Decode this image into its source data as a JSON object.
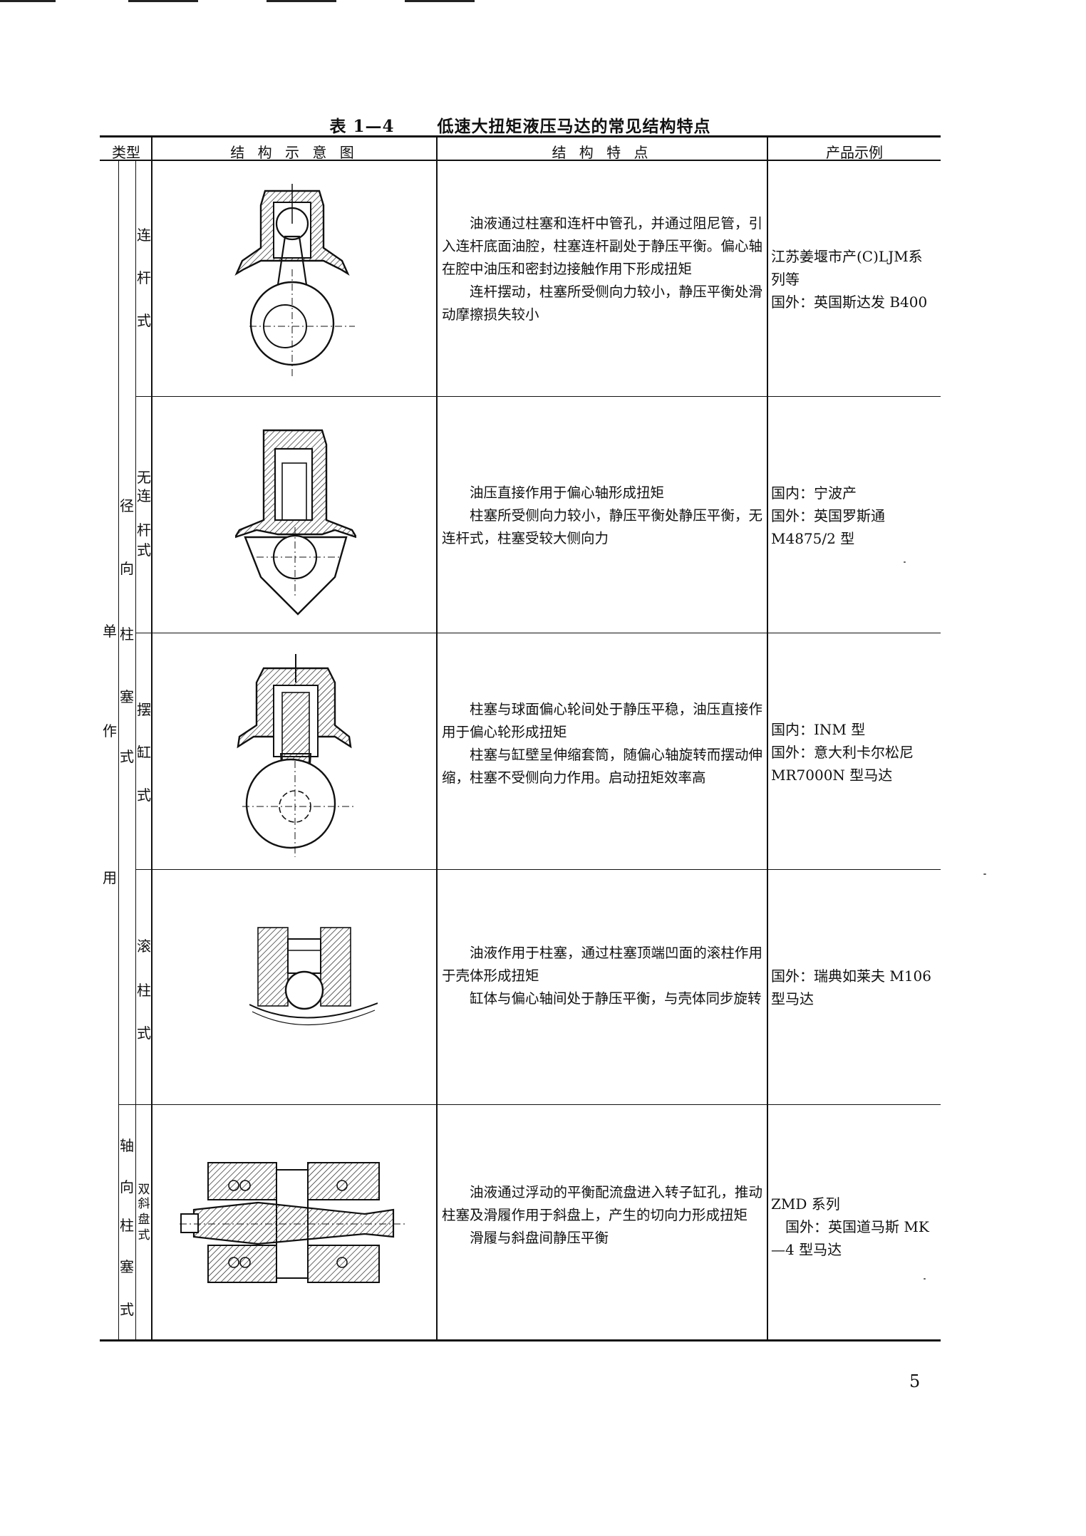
{
  "caption": {
    "number": "表 1—4",
    "title": "低速大扭矩液压马达的常见结构特点"
  },
  "headers": {
    "type": "类型",
    "diagram": "结 构 示 意 图",
    "features": "结 构 特 点",
    "examples": "产品示例"
  },
  "type_labels": {
    "single": "单",
    "action": "作",
    "use": "用",
    "radial": [
      "径",
      "向",
      "柱",
      "塞",
      "式"
    ],
    "axial": [
      "轴",
      "向",
      "柱",
      "塞",
      "式"
    ]
  },
  "rows": [
    {
      "subtype": [
        "连",
        "杆",
        "式"
      ],
      "features": [
        "油液通过柱塞和连杆中管孔，并通过阻尼管，引入连杆底面油腔，柱塞连杆副处于静压平衡。偏心轴在腔中油压和密封边接触作用下形成扭矩",
        "连杆摆动，柱塞所受侧向力较小，静压平衡处滑动摩擦损失较小"
      ],
      "examples": [
        "江苏姜堰市产(C)LJM系列等",
        "国外：英国斯达发 B400"
      ]
    },
    {
      "subtype": [
        "无",
        "连",
        "杆",
        "式"
      ],
      "features": [
        "油压直接作用于偏心轴形成扭矩",
        "柱塞所受侧向力较小，静压平衡处静压平衡，无连杆式，柱塞受较大侧向力"
      ],
      "examples": [
        "国内：宁波产",
        "国外：英国罗斯通 M4875/2 型"
      ]
    },
    {
      "subtype": [
        "摆",
        "缸",
        "式"
      ],
      "features": [
        "柱塞与球面偏心轮间处于静压平稳，油压直接作用于偏心轮形成扭矩",
        "柱塞与缸壁呈伸缩套筒，随偏心轴旋转而摆动伸缩，柱塞不受侧向力作用。启动扭矩效率高"
      ],
      "examples": [
        "国内：INM 型",
        "国外：意大利卡尔松尼 MR7000N 型马达"
      ]
    },
    {
      "subtype": [
        "滚",
        "柱",
        "式"
      ],
      "features": [
        "油液作用于柱塞，通过柱塞顶端凹面的滚柱作用于壳体形成扭矩",
        "缸体与偏心轴间处于静压平衡，与壳体同步旋转"
      ],
      "examples": [
        "国外：瑞典如莱夫 M106 型马达"
      ]
    },
    {
      "subtype": [
        "双",
        "斜",
        "盘",
        "式"
      ],
      "features": [
        "油液通过浮动的平衡配流盘进入转子缸孔，推动柱塞及滑履作用于斜盘上，产生的切向力形成扭矩",
        "滑履与斜盘间静压平衡"
      ],
      "examples": [
        "ZMD 系列",
        "国外：英国道马斯 MK—4 型马达"
      ]
    }
  ],
  "page_number": "5"
}
